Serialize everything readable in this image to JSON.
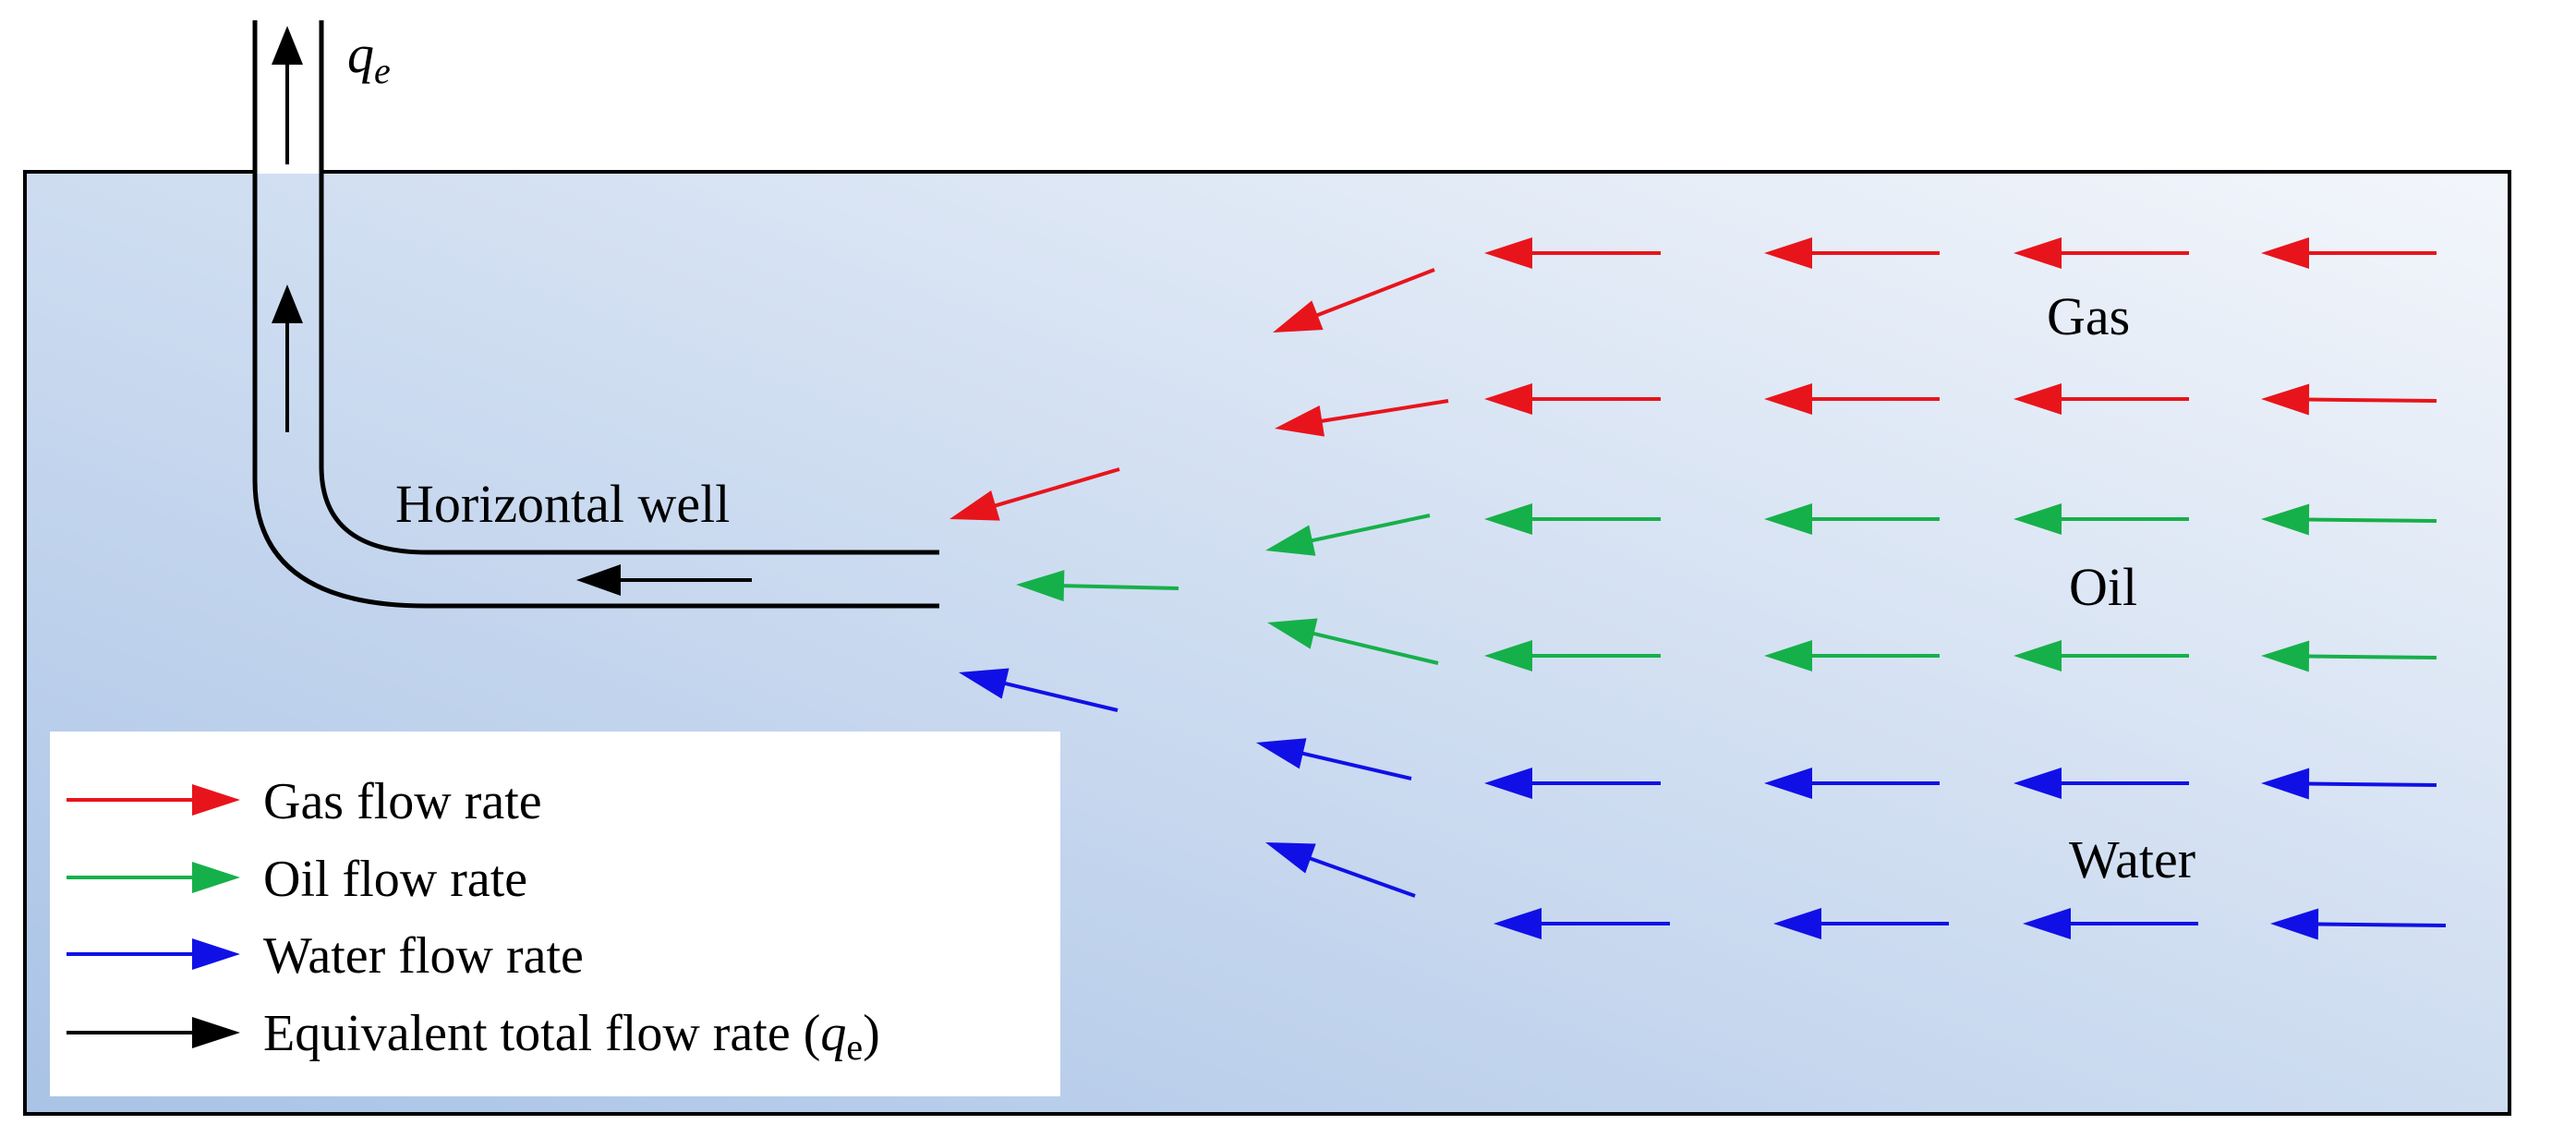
{
  "colors": {
    "gas": "#e8141c",
    "oil": "#16b04a",
    "water": "#1010e6",
    "total": "#000000",
    "reservoir_top_right": "#f3f6fb",
    "reservoir_bottom_left": "#a9c3e6"
  },
  "diagram": {
    "qe_symbol": "q",
    "qe_subscript": "e",
    "well_label": "Horizontal well",
    "zone_labels": {
      "gas": "Gas",
      "oil": "Oil",
      "water": "Water"
    }
  },
  "legend": {
    "items": [
      {
        "id": "gas",
        "label": "Gas flow rate",
        "color": "#e8141c"
      },
      {
        "id": "oil",
        "label": "Oil flow rate",
        "color": "#16b04a"
      },
      {
        "id": "water",
        "label": "Water flow rate",
        "color": "#1010e6"
      },
      {
        "id": "total",
        "label_prefix": "Equivalent total flow rate (",
        "label_symbol": "q",
        "label_subscript": "e",
        "label_suffix": ")",
        "color": "#000000"
      }
    ]
  }
}
